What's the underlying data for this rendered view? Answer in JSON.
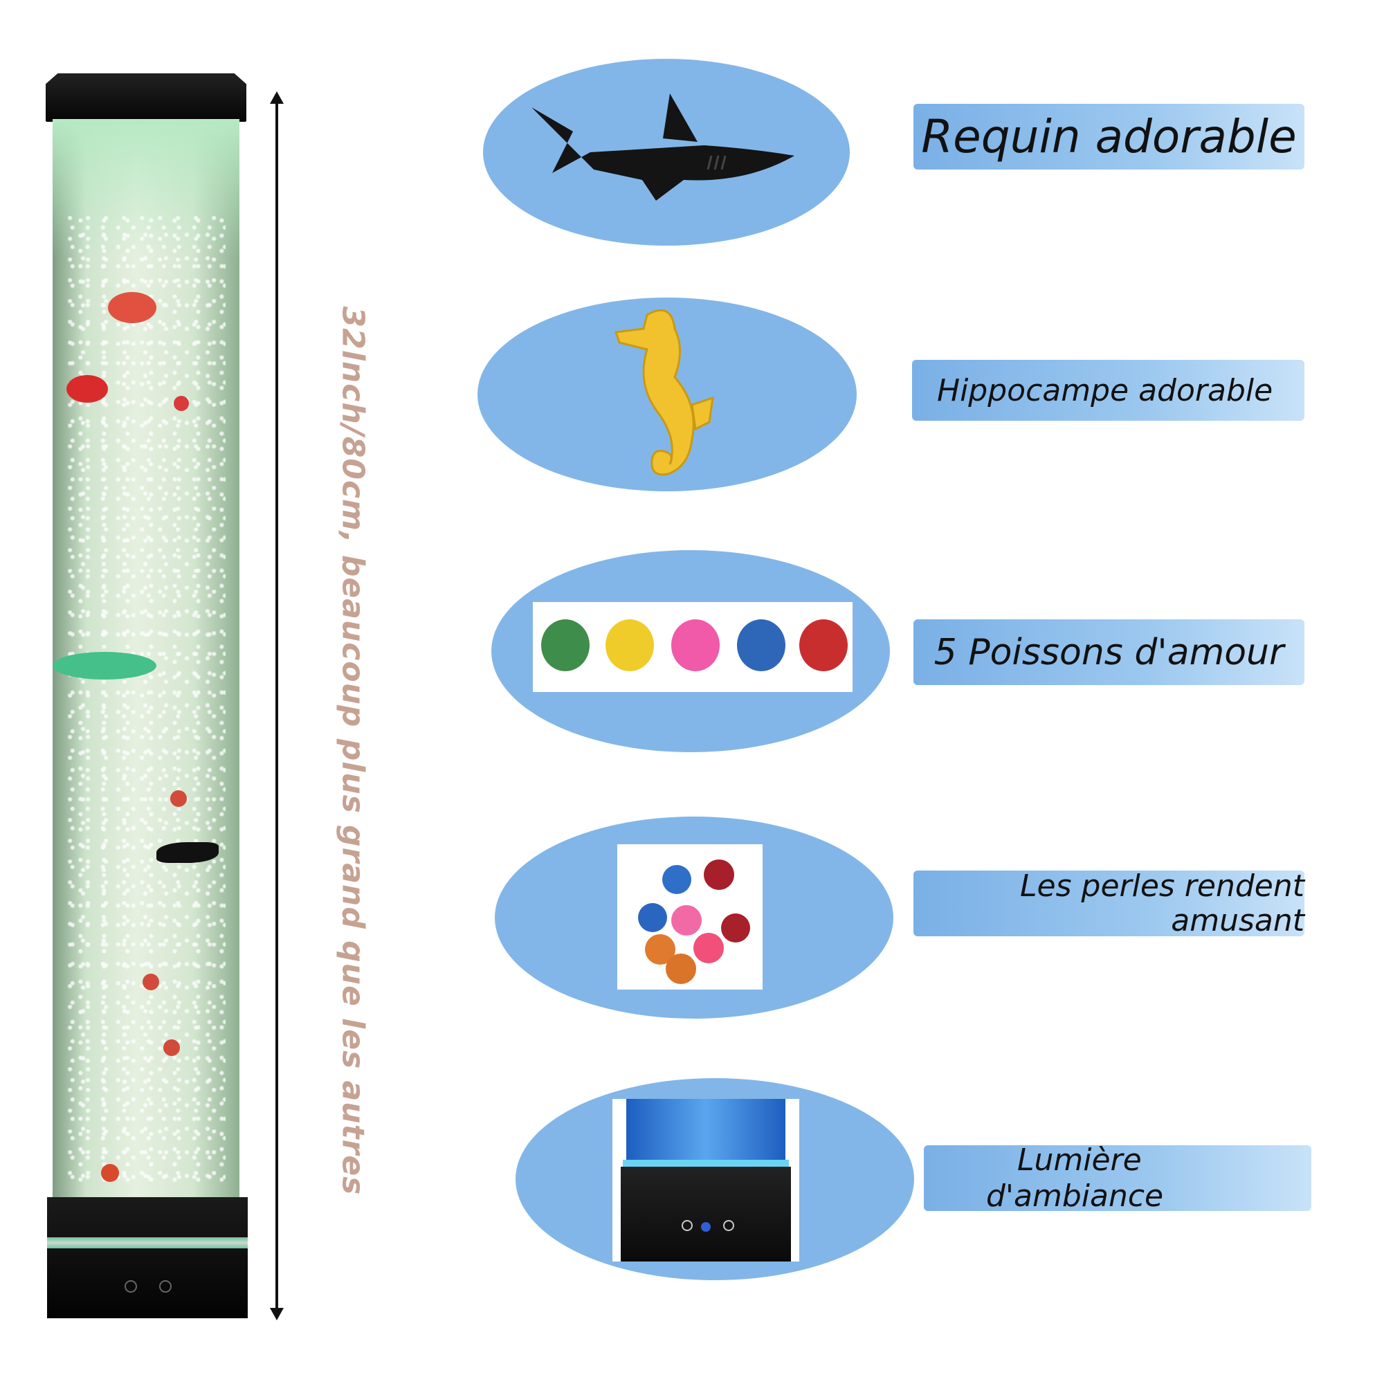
{
  "product": {
    "height_label": "32lnch/80cm, beaucoup plus grand que les autres"
  },
  "features": [
    {
      "label": "Requin adorable",
      "icon": "shark-icon"
    },
    {
      "label": "Hippocampe adorable",
      "icon": "seahorse-icon"
    },
    {
      "label": "5 Poissons d'amour",
      "icon": "fish-icon"
    },
    {
      "label_line1": "Les perles rendent",
      "label_line2": "amusant",
      "icon": "beads-icon"
    },
    {
      "label_line1": "Lumière",
      "label_line2": "d'ambiance",
      "icon": "lamp-base-icon"
    }
  ],
  "colors": {
    "oval": "#82b6e8",
    "label_bg": "#7ab0e6",
    "measure_text": "#c6a292"
  }
}
